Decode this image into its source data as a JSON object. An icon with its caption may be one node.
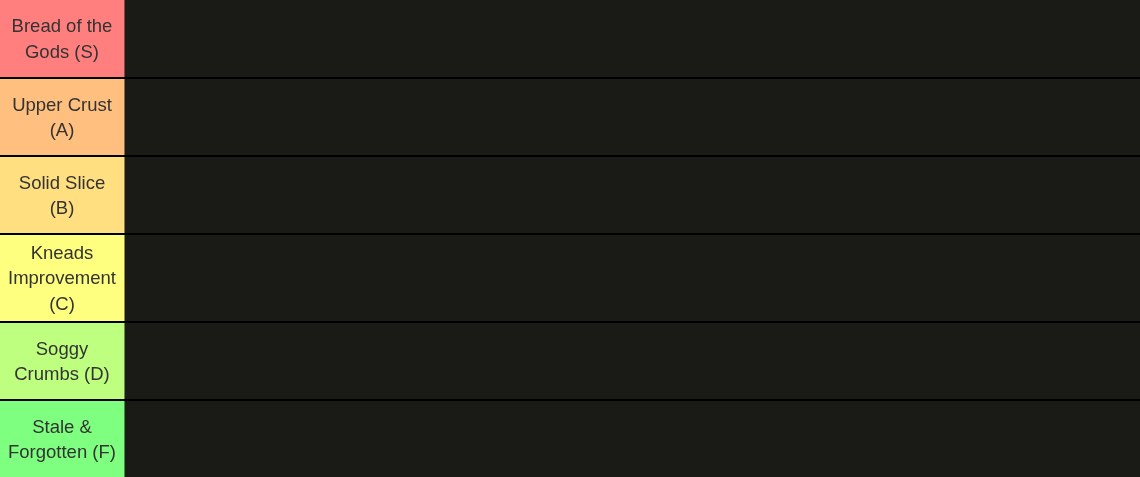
{
  "diagram": {
    "nodes": [
      {
        "text": [
          "Bread of the Gods (S)"
        ]
      },
      {
        "text": [
          "Upper Crust (A)"
        ]
      },
      {
        "text": [
          "Solid Slice (B)"
        ]
      },
      {
        "text": [
          "Kneads Improvement (C)"
        ]
      },
      {
        "text": [
          "Soggy Crumbs (D)"
        ]
      },
      {
        "text": [
          "Stale & Forgotten (F)"
        ]
      }
    ]
  }
}
